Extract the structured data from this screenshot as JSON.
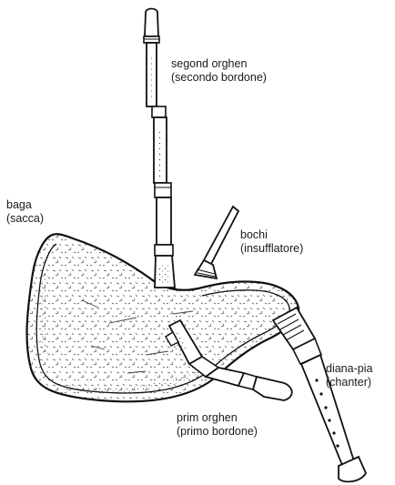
{
  "labels": {
    "segond_orghen": {
      "name": "segond orghen",
      "translation": "(secondo bordone)"
    },
    "baga": {
      "name": "baga",
      "translation": "(sacca)"
    },
    "bochi": {
      "name": "bochi",
      "translation": "(insufflatore)"
    },
    "diana_pia": {
      "name": "diana-pia",
      "translation": "(chanter)"
    },
    "prim_orghen": {
      "name": "prim orghen",
      "translation": "(primo bordone)"
    }
  }
}
